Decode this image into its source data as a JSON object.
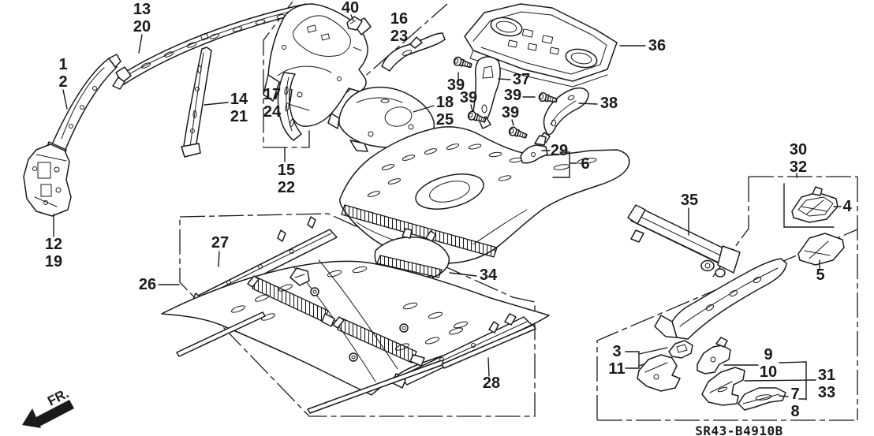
{
  "diagram": {
    "code": "SR43-B4910B",
    "direction_label": "FR."
  },
  "parts": {
    "1": "1",
    "2": "2",
    "3": "3",
    "4": "4",
    "5": "5",
    "6": "6",
    "7": "7",
    "8": "8",
    "9": "9",
    "10": "10",
    "11": "11",
    "12": "12",
    "13": "13",
    "14": "14",
    "15": "15",
    "16": "16",
    "17": "17",
    "18": "18",
    "19": "19",
    "20": "20",
    "21": "21",
    "22": "22",
    "23": "23",
    "24": "24",
    "25": "25",
    "26": "26",
    "27": "27",
    "28": "28",
    "29": "29",
    "30": "30",
    "31": "31",
    "32": "32",
    "33": "33",
    "34": "34",
    "35": "35",
    "36": "36",
    "37": "37",
    "38": "38",
    "39": "39",
    "40": "40"
  },
  "colors": {
    "line": "#1a1a1a",
    "background": "#ffffff"
  }
}
